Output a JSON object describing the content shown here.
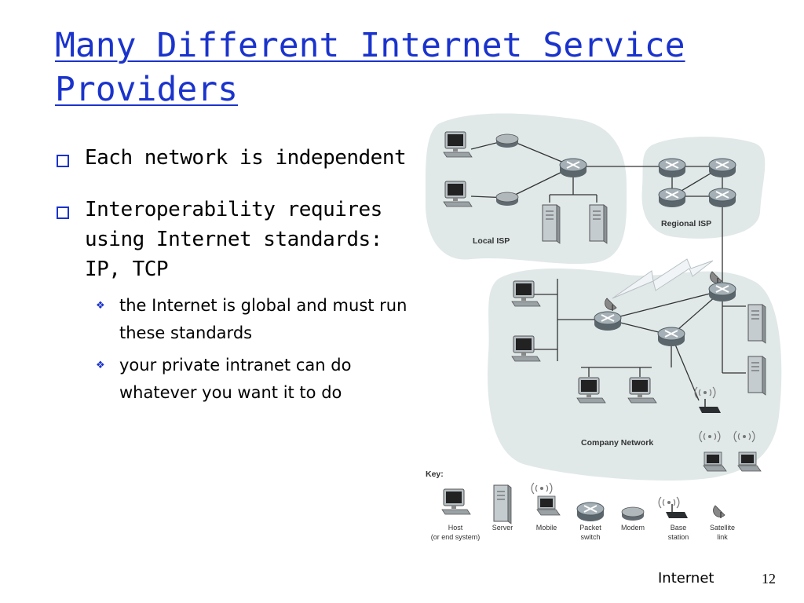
{
  "slide": {
    "title": "Many Different Internet Service Providers",
    "bullets": [
      {
        "text": "Each network is independent"
      },
      {
        "text": "Interoperability requires using Internet standards: IP, TCP",
        "sub": [
          "the Internet is global and must run these standards",
          "your private intranet can do whatever you want it to do"
        ]
      }
    ],
    "footer": "Internet",
    "page_number": "12"
  },
  "diagram": {
    "labels": {
      "local_isp": "Local ISP",
      "regional_isp": "Regional ISP",
      "company_network": "Company Network",
      "key": "Key:"
    },
    "key": [
      {
        "line1": "Host",
        "line2": "(or end system)"
      },
      {
        "line1": "Server",
        "line2": ""
      },
      {
        "line1": "Mobile",
        "line2": ""
      },
      {
        "line1": "Packet",
        "line2": "switch"
      },
      {
        "line1": "Modem",
        "line2": ""
      },
      {
        "line1": "Base",
        "line2": "station"
      },
      {
        "line1": "Satellite",
        "line2": "link"
      }
    ]
  },
  "colors": {
    "accent": "#1a33cc",
    "cloud": "#e0e8e8",
    "router": "#8a969c"
  }
}
